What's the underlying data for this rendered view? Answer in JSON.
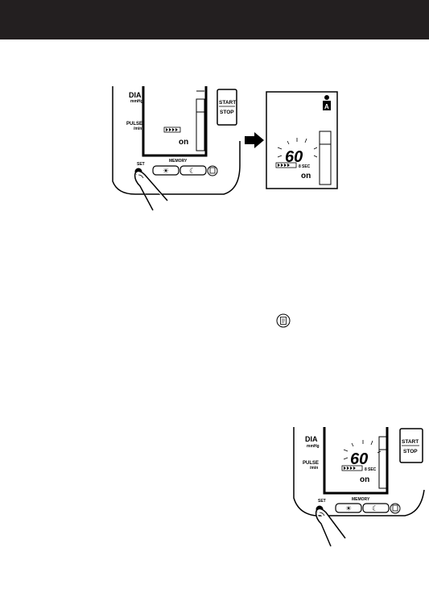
{
  "header": {
    "color": "#231f20"
  },
  "figure_top": {
    "device": {
      "dia_label": "DIA",
      "dia_unit": "mmHg",
      "pulse_label": "PULSE",
      "pulse_unit": "/min",
      "on_text": "on",
      "start_label": "START",
      "stop_label": "STOP",
      "set_label": "SET",
      "memory_label": "MEMORY"
    },
    "display": {
      "user_letter": "A",
      "value": "60",
      "sec_label": "SEC",
      "sec_value": "8",
      "on_text": "on"
    }
  },
  "figure_bottom": {
    "dia_label": "DIA",
    "dia_unit": "mmHg",
    "pulse_label": "PULSE",
    "pulse_unit": "/min",
    "value": "60",
    "sec_label": "SEC",
    "sec_value": "8",
    "on_text": "on",
    "start_label": "START",
    "stop_label": "STOP",
    "set_label": "SET",
    "memory_label": "MEMORY"
  },
  "icons": {
    "sun": "sun-icon",
    "moon": "moon-icon",
    "memo": "memo-icon",
    "arrow": "arrow-right-icon",
    "hand": "finger-press-icon"
  }
}
